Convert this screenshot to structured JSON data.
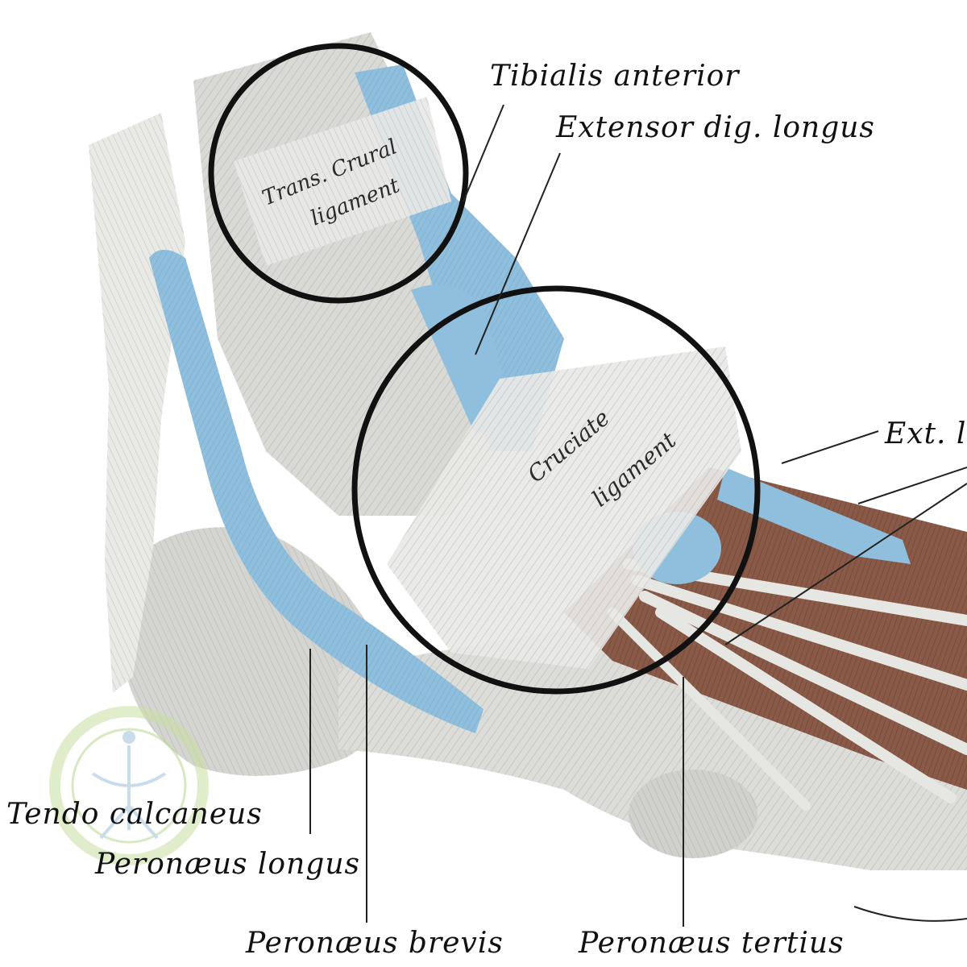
{
  "labels": {
    "tibialis_anterior": "Tibialis anterior",
    "extensor_dig_longus": "Extensor dig. longus",
    "ext_cut": "Ext. l",
    "tendo_calcaneus": "Tendo calcaneus",
    "peronaeus_longus": "Peronæus  longus",
    "peronaeus_brevis": "Peronæus  brevis",
    "peronaeus_tertius": "Peronæus  tertius"
  },
  "ligaments": {
    "transverse_crural_line1": "Trans. Crural",
    "transverse_crural_line2": "ligament",
    "cruciate_line1": "Cruciate",
    "cruciate_line2": "ligament"
  },
  "colors": {
    "tendon_sheath": "#8fbfdc",
    "bone": "#d9d9d6",
    "muscle": "#8a5a48",
    "ligament": "#e8e8e6",
    "circle": "#111111",
    "watermark": "#c8e0a0"
  }
}
